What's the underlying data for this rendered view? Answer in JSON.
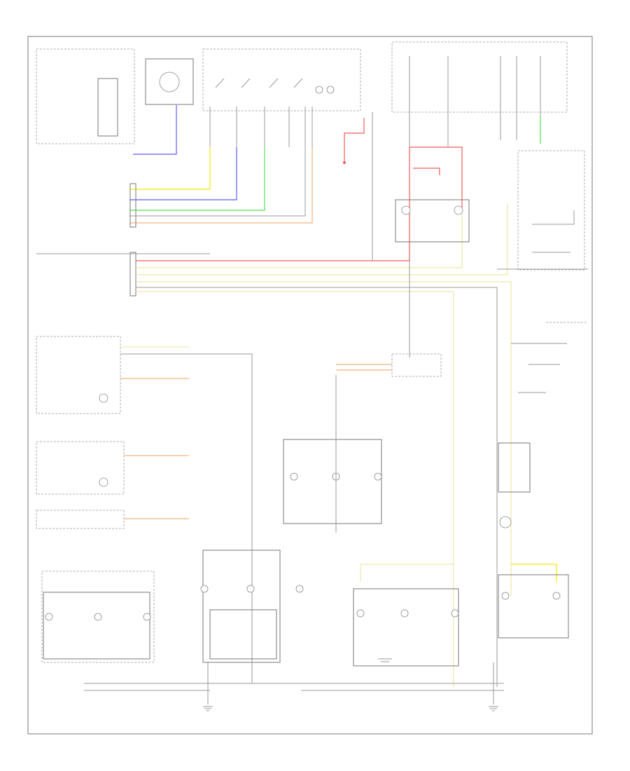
{
  "diagram": {
    "footer_code": "",
    "colors": {
      "yellow": "#f5e500",
      "blue": "#5a5cf5",
      "green": "#52e052",
      "orange": "#f3b47d",
      "red": "#f25a5a",
      "pale_yellow": "#ece9a6",
      "wire_gray": "#9a9a9a",
      "frame": "#777777"
    },
    "wire_colors": [
      "yellow",
      "blue",
      "green",
      "orange",
      "red",
      "pale-yellow",
      "gray"
    ],
    "labels": {
      "brake_fuse": "",
      "supply_volt_top": "",
      "ground_top": "",
      "supply_volt_2": "",
      "ground_2": "",
      "inputs_ground": "",
      "inputs_1": "",
      "inputs_2": "",
      "inputs_3": "",
      "inputs_4": "",
      "serial_data": "",
      "battery": "",
      "panel_lamps": "",
      "panel_lamps_2": "",
      "ground_3": "",
      "panel_lamps_3": "",
      "cluster_panel_lamps": "",
      "cluster_serial_data": "",
      "cluster_ground": "",
      "hvac_serial_data": "",
      "hvac_ground": "",
      "lower_serial_data": "",
      "front_passenger": "",
      "passenger_lamp_1": "",
      "passenger_lamp_2": "",
      "passenger_lamp_3": "",
      "traction_switch": "",
      "hazard_switch": "",
      "center_ip": "",
      "ip_lamp_1": "",
      "ip_lamp_2": "",
      "ip_lamp_3": "",
      "lower_lamp_1": "",
      "lower_lamp_2": "",
      "lower_lamp_3": "",
      "right_lamp_1": "",
      "right_lamp_2": "",
      "right_module": "",
      "bottom_note": "",
      "right_note": "",
      "g_ground_1": "",
      "g_ground_2": ""
    }
  }
}
